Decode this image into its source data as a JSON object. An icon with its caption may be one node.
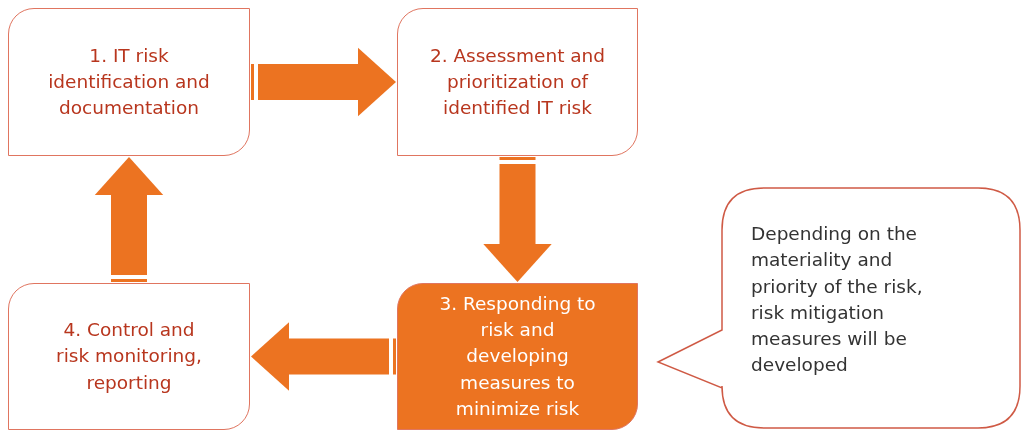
{
  "diagram": {
    "nodes": [
      {
        "text": [
          "1. IT risk identification and documentation"
        ]
      },
      {
        "text": [
          "2. Assessment and prioritization of identified IT risk"
        ]
      },
      {
        "text": [
          "3. Responding to risk and developing measures to minimize risk"
        ]
      },
      {
        "text": [
          "4. Control and risk monitoring, reporting"
        ]
      },
      {
        "text": [
          "Depending on the materiality and priority of the risk, risk mitigation measures will be developed"
        ]
      }
    ],
    "edges": [
      {
        "from": 0,
        "to": 1,
        "arrow": "to"
      },
      {
        "from": 1,
        "to": 2,
        "arrow": "to"
      },
      {
        "from": 2,
        "to": 3,
        "arrow": "to"
      },
      {
        "from": 3,
        "to": 0,
        "arrow": "to"
      }
    ]
  }
}
